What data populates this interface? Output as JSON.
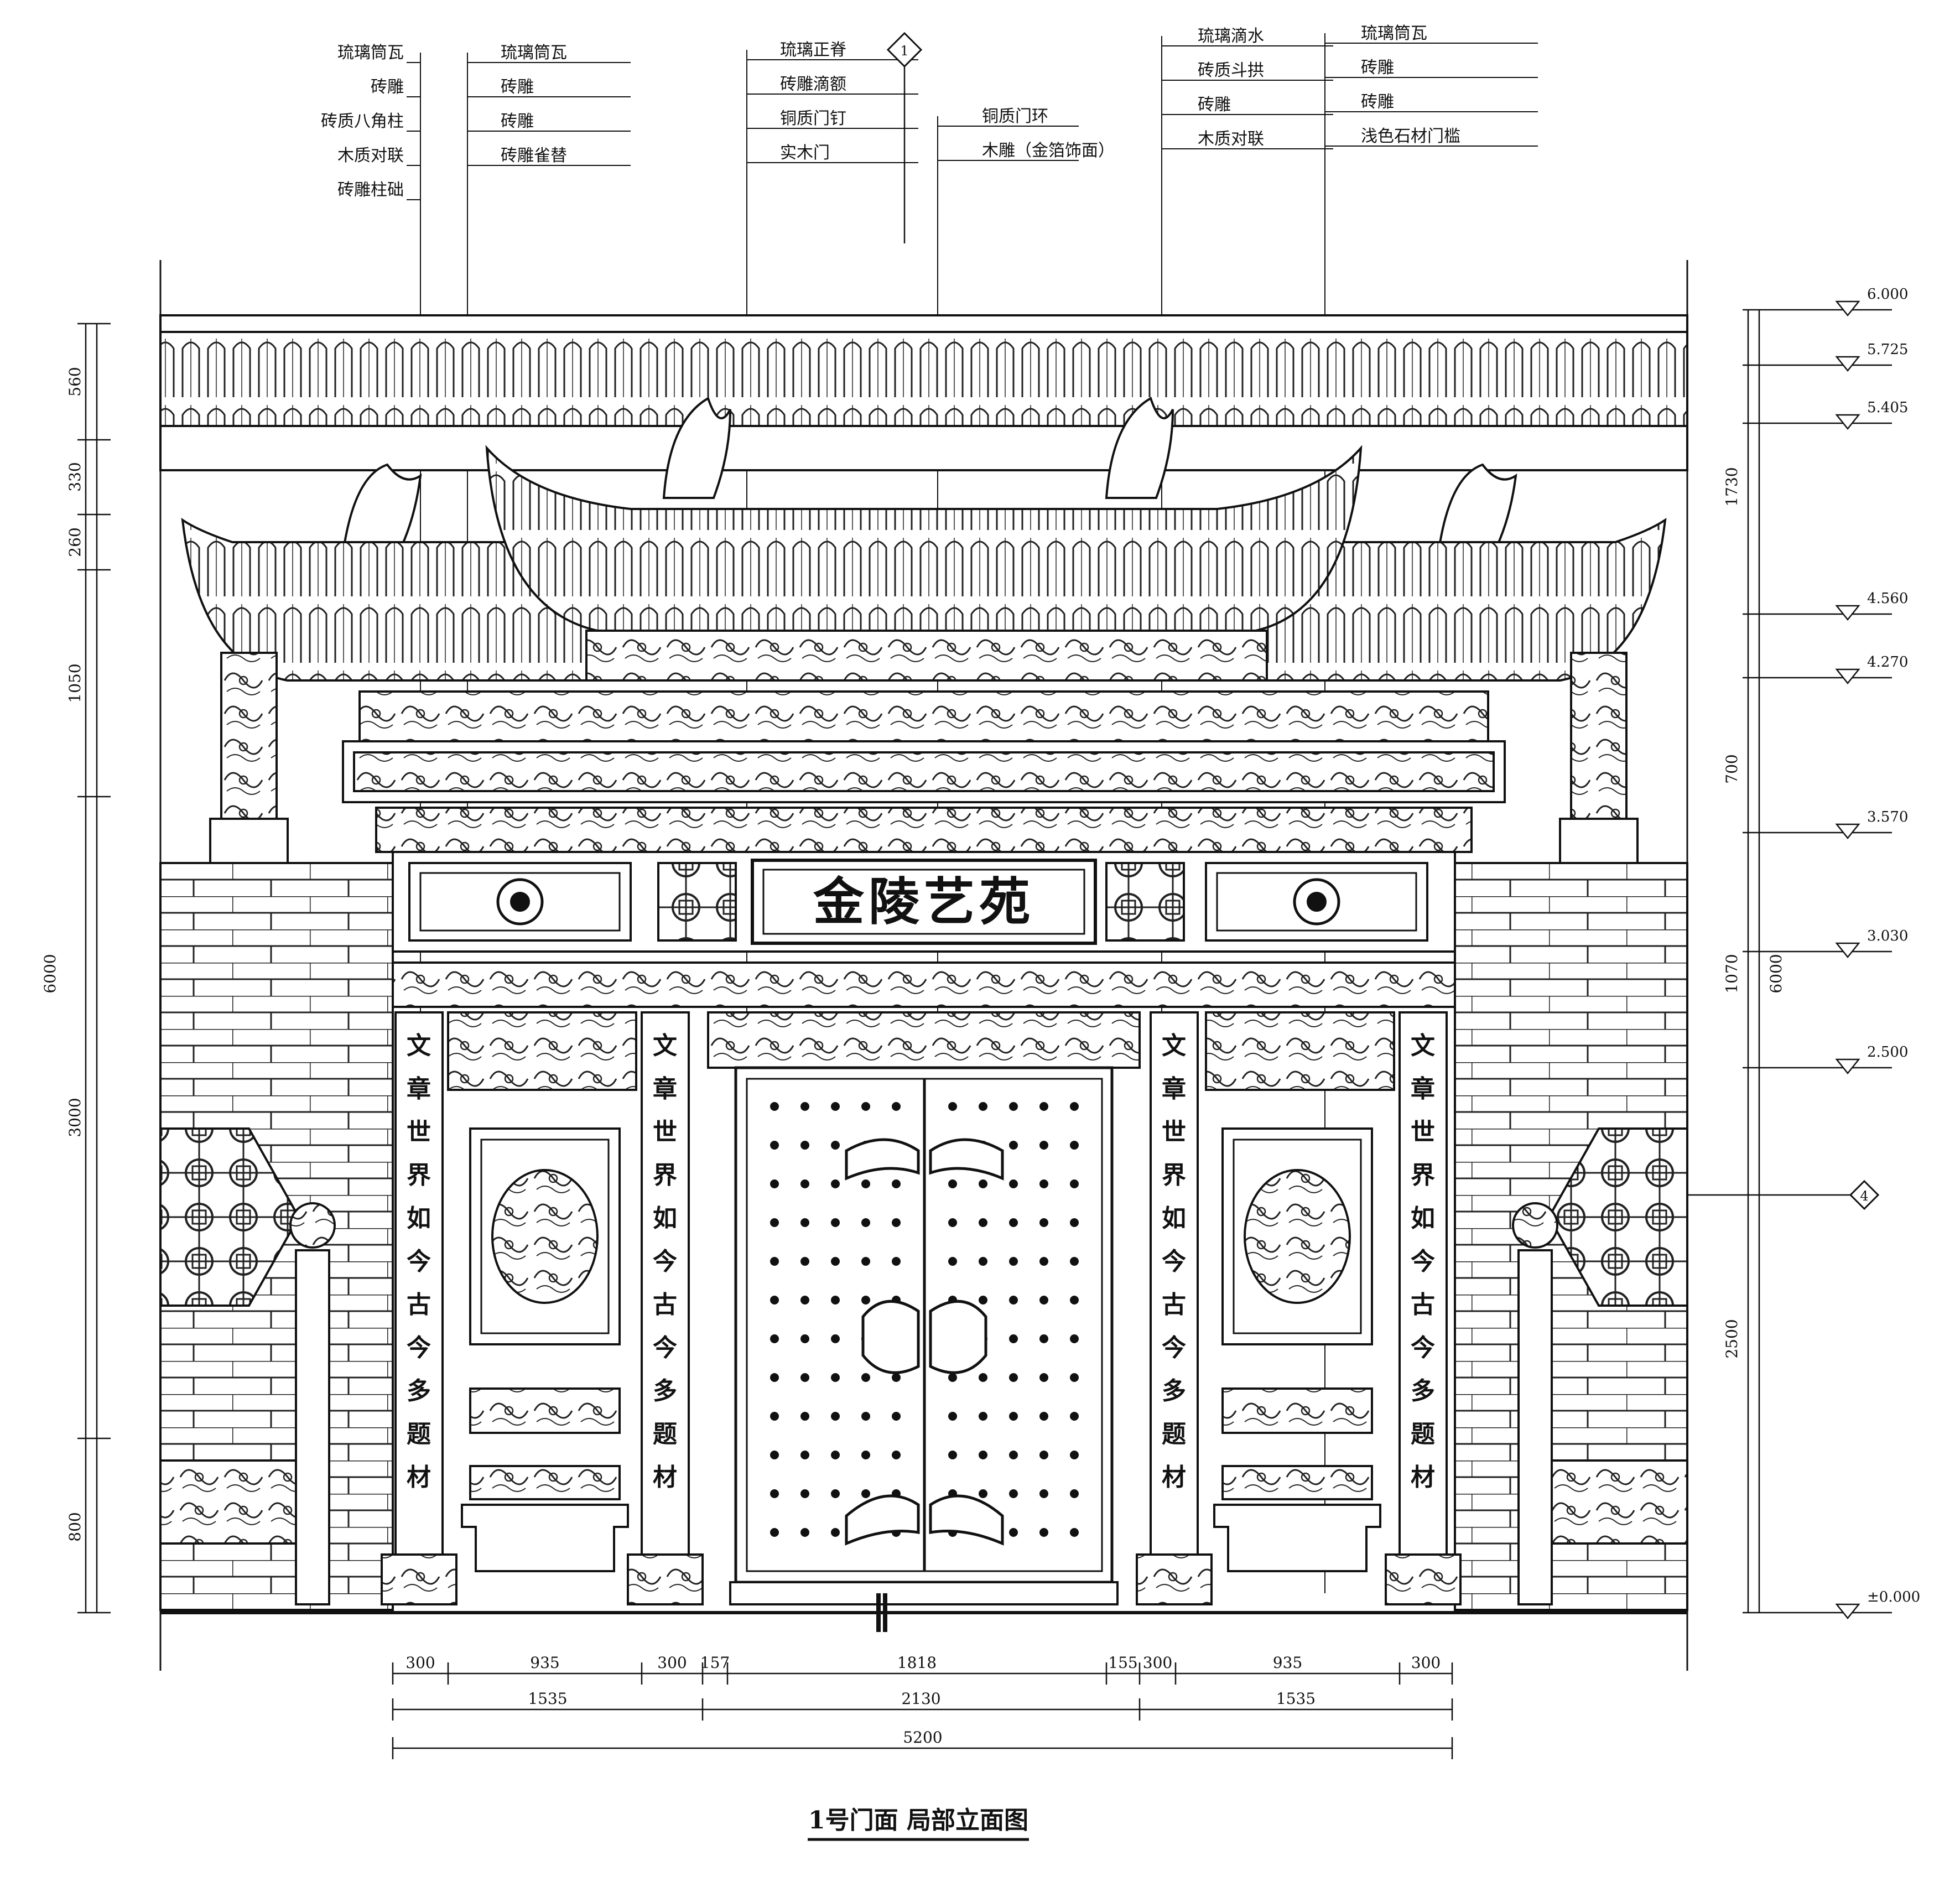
{
  "title": "1号门面  局部立面图",
  "signboard": "金陵艺苑",
  "couplet": [
    "文",
    "章",
    "世",
    "界",
    "如",
    "今",
    "古",
    "今",
    "多",
    "题",
    "材"
  ],
  "labels": {
    "g1": [
      "琉璃筒瓦",
      "砖雕",
      "砖质八角柱",
      "木质对联",
      "砖雕柱础"
    ],
    "g2": [
      "琉璃筒瓦",
      "砖雕",
      "砖雕",
      "砖雕雀替"
    ],
    "g3": [
      "琉璃正脊",
      "砖雕滴额",
      "铜质门钉",
      "实木门"
    ],
    "g4": [
      "铜质门环",
      "木雕（金箔饰面）"
    ],
    "g5": [
      "琉璃滴水",
      "砖质斗拱",
      "砖雕",
      "木质对联"
    ],
    "g6": [
      "琉璃筒瓦",
      "砖雕",
      "砖雕",
      "浅色石材门槛"
    ]
  },
  "section_marks": [
    "1",
    "4"
  ],
  "elevations": [
    "6.000",
    "5.725",
    "5.405",
    "4.560",
    "4.270",
    "3.570",
    "3.030",
    "2.500",
    "±0.000"
  ],
  "right_dims": [
    "1730",
    "700",
    "1070",
    "6000",
    "2500"
  ],
  "left_dims": [
    "560",
    "330",
    "260",
    "1050",
    "6000",
    "3000",
    "800"
  ],
  "bottom_dims": {
    "row1": [
      "300",
      "935",
      "300",
      "157",
      "1818",
      "155",
      "300",
      "935",
      "300"
    ],
    "row2": [
      "1535",
      "2130",
      "1535"
    ],
    "row3": [
      "5200"
    ]
  }
}
